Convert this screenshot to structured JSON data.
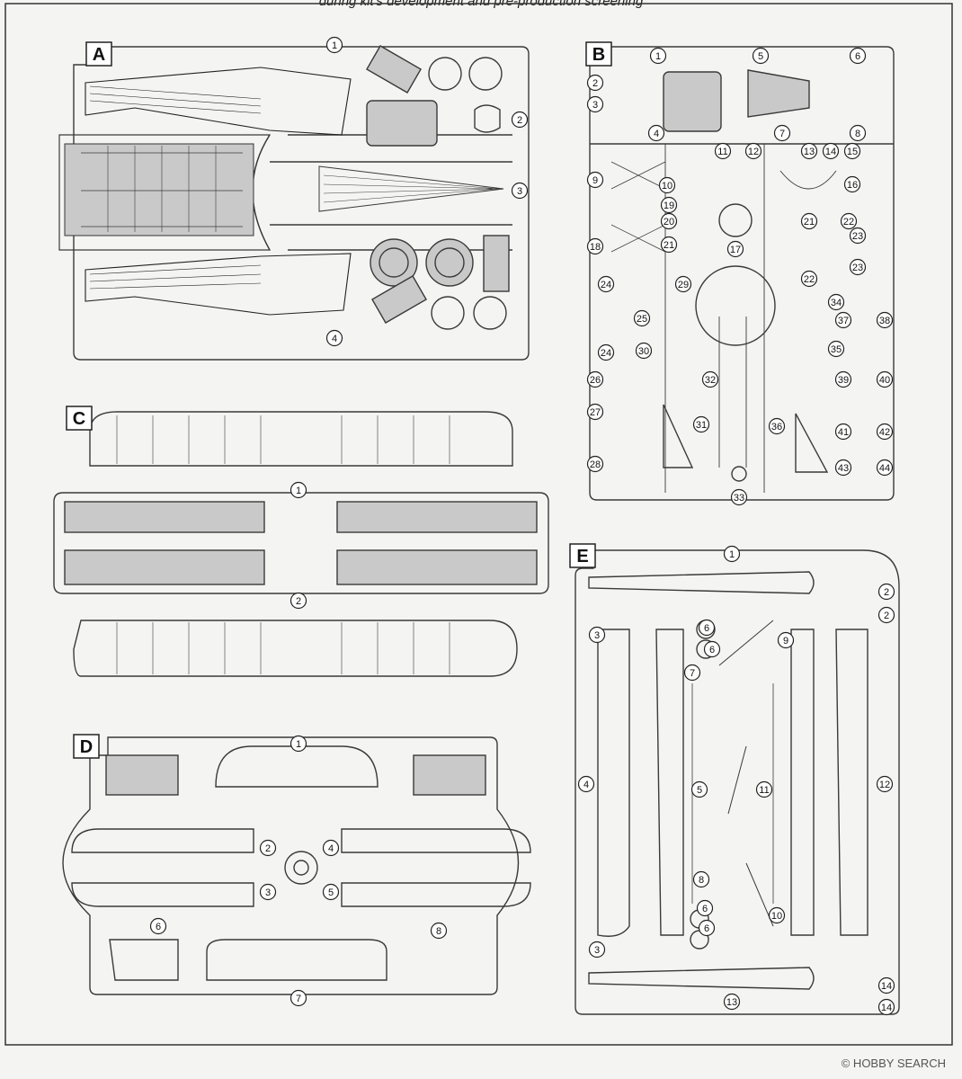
{
  "header": {
    "caption": "during kit's development and pre-production screening"
  },
  "watermark": {
    "text": "© HOBBY SEARCH"
  },
  "sprues": {
    "A": {
      "letter": "A",
      "parts": [
        "1",
        "2",
        "3",
        "4"
      ]
    },
    "B": {
      "letter": "B",
      "parts": [
        "1",
        "2",
        "3",
        "4",
        "5",
        "6",
        "7",
        "8",
        "9",
        "10",
        "11",
        "12",
        "13",
        "14",
        "15",
        "16",
        "17",
        "18",
        "19",
        "20",
        "21",
        "21",
        "22",
        "22",
        "23",
        "23",
        "24",
        "24",
        "25",
        "26",
        "27",
        "28",
        "29",
        "30",
        "31",
        "32",
        "33",
        "34",
        "35",
        "36",
        "37",
        "38",
        "39",
        "40",
        "41",
        "42",
        "43",
        "44"
      ]
    },
    "C": {
      "letter": "C",
      "parts": [
        "1",
        "2"
      ]
    },
    "D": {
      "letter": "D",
      "parts": [
        "1",
        "2",
        "3",
        "4",
        "5",
        "6",
        "7",
        "8"
      ]
    },
    "E": {
      "letter": "E",
      "parts": [
        "1",
        "2",
        "2",
        "3",
        "3",
        "4",
        "5",
        "6",
        "6",
        "6",
        "6",
        "7",
        "8",
        "9",
        "10",
        "11",
        "12",
        "13",
        "14",
        "14"
      ]
    }
  },
  "colors": {
    "ink": "#2a2a2a",
    "runner": "#3a3a3a",
    "clear_part": "#c9c9c9",
    "paper": "#f4f4f2"
  }
}
